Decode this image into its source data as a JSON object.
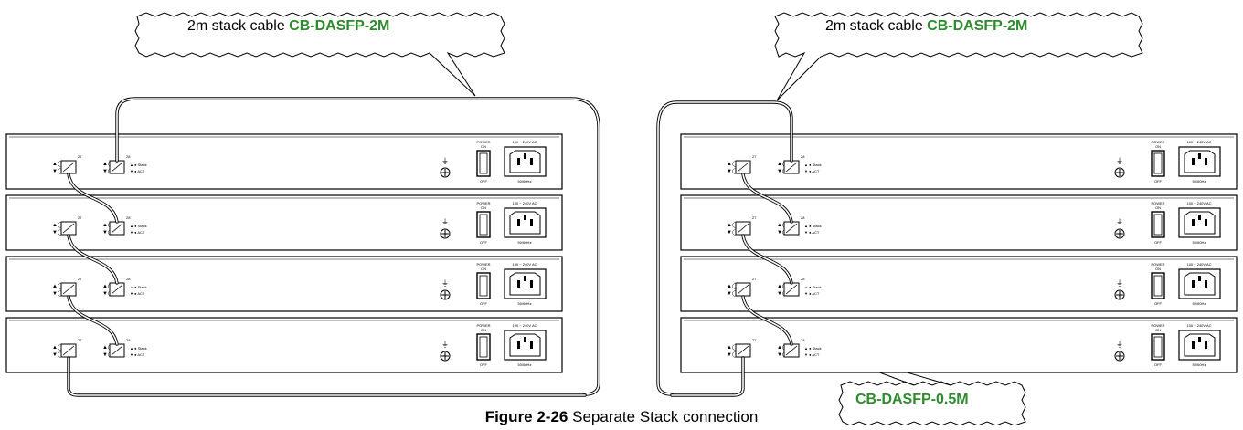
{
  "callouts": [
    {
      "prefix": "2m stack cable ",
      "code": "CB-DASFP-2M"
    },
    {
      "prefix": "2m stack cable ",
      "code": "CB-DASFP-2M"
    },
    {
      "prefix": "",
      "code": "CB-DASFP-0.5M"
    }
  ],
  "caption": {
    "number": "Figure 2-26",
    "text": " Separate Stack connection"
  },
  "switch_labels": {
    "port_left": "27",
    "port_right": "28",
    "led_stack": "Stack",
    "led_act": "ACT",
    "power_on": "POWER\nON",
    "power_off": "OFF",
    "ac_rating": "100 ~ 240V AC",
    "ac_freq": "50/60Hz"
  },
  "colors": {
    "accent_green": "#2e8b2e",
    "line": "#000000"
  },
  "stacks": [
    {
      "name": "left",
      "units": 4
    },
    {
      "name": "right",
      "units": 4
    }
  ]
}
